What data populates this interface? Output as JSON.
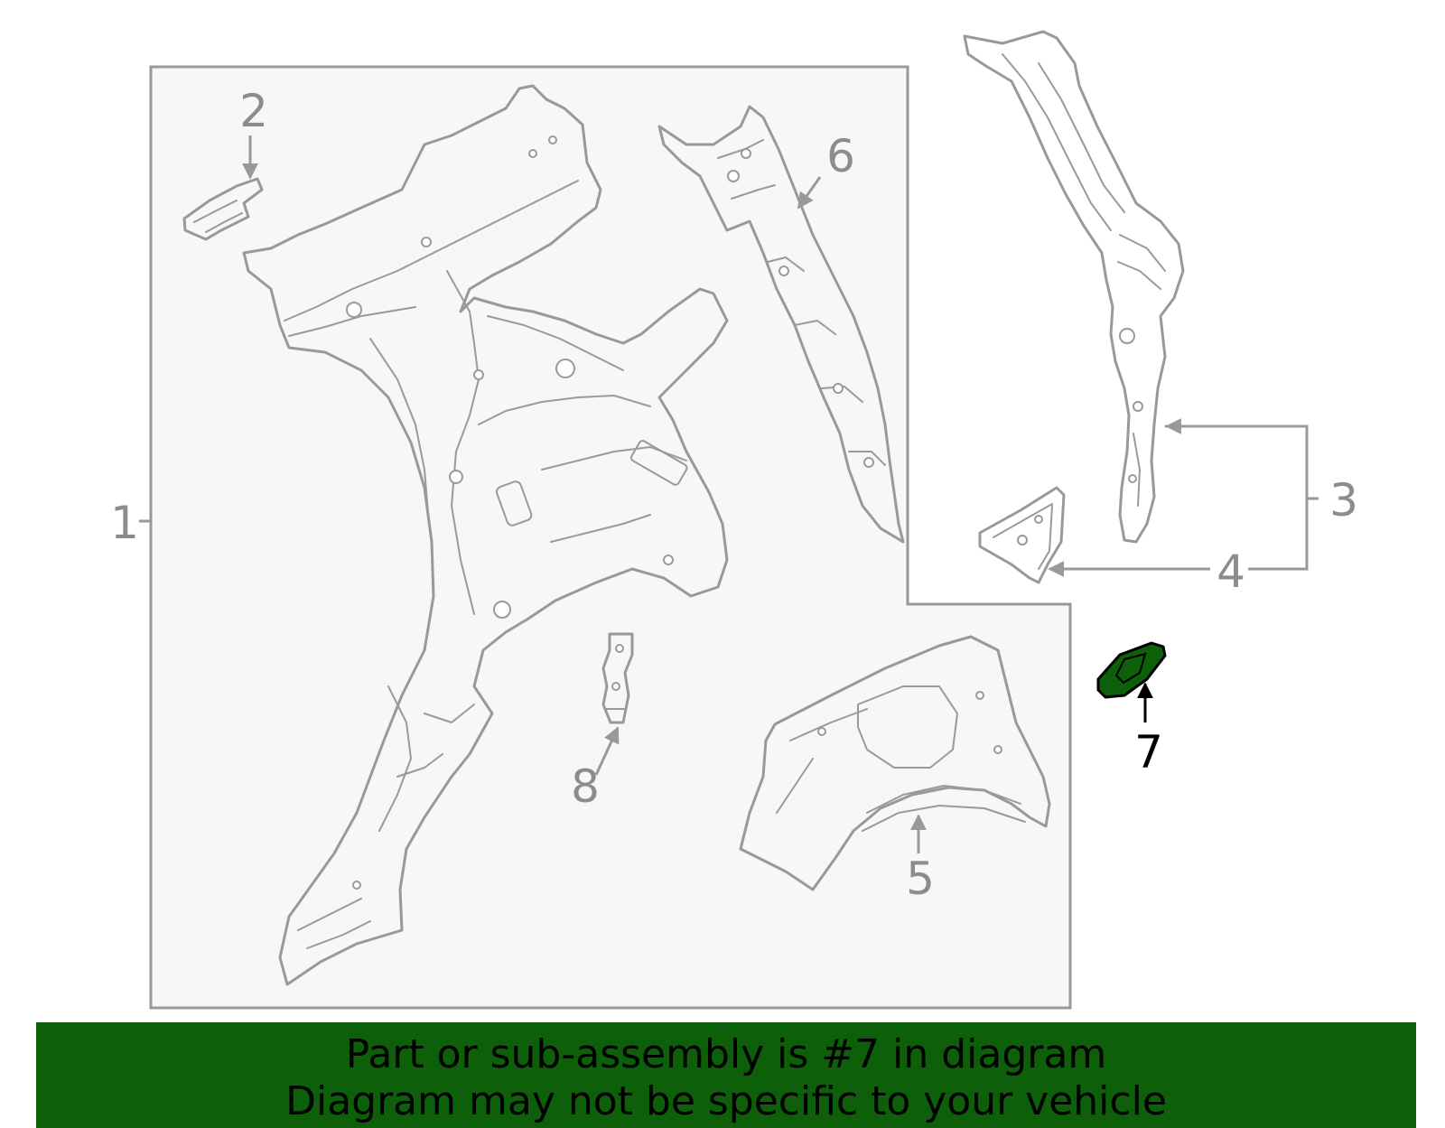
{
  "callouts": {
    "c1": "1",
    "c2": "2",
    "c3": "3",
    "c4": "4",
    "c5": "5",
    "c6": "6",
    "c7": "7",
    "c8": "8"
  },
  "highlight": {
    "part_number": "7",
    "color": "#0d5f09"
  },
  "banner": {
    "line1": "Part or sub-assembly is #7 in diagram",
    "line2": "Diagram may not be specific to your vehicle",
    "background": "#0d5f09"
  }
}
